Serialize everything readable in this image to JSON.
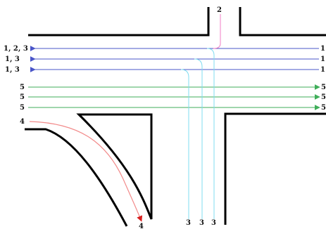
{
  "diagram": {
    "colors": {
      "road": "#000000",
      "westbound": "#4a55c8",
      "eastbound": "#3fae5a",
      "movement_3": "#7fdcf0",
      "movement_2": "#f07cc4",
      "movement_4": "#f28a8a",
      "arrow_4": "#d81e1e"
    },
    "labels": {
      "north_entry": "2",
      "west_exit_top": "1, 2, 3",
      "west_exit_mid": "1, 3",
      "west_exit_low": "1, 3",
      "east_entry_top": "1",
      "east_entry_mid": "1",
      "east_entry_low": "1",
      "west_entry_a": "5",
      "west_entry_b": "5",
      "west_entry_c": "5",
      "east_exit_a": "5",
      "east_exit_b": "5",
      "east_exit_c": "5",
      "ramp_entry": "4",
      "ramp_exit": "4",
      "south_entry_a": "3",
      "south_entry_b": "3",
      "south_entry_c": "3"
    }
  }
}
